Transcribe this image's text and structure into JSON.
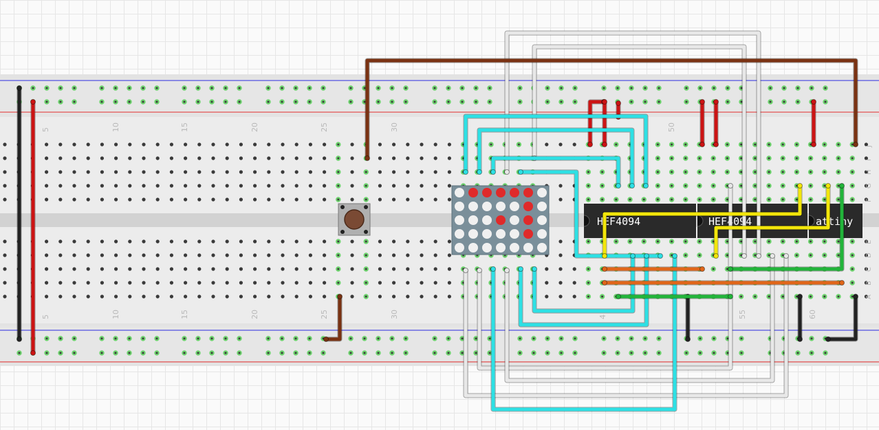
{
  "column_numbers_top": [
    "5",
    "10",
    "15",
    "20",
    "25",
    "30",
    "50"
  ],
  "column_numbers_bottom": [
    "5",
    "10",
    "15",
    "20",
    "25",
    "30",
    "4",
    "55",
    "60"
  ],
  "row_letters_top": [
    "J",
    "I",
    "H",
    "G",
    "F"
  ],
  "row_letters_bottom": [
    "E",
    "D",
    "C",
    "B",
    "A"
  ],
  "chips": [
    {
      "label": "HEF4094"
    },
    {
      "label": "HEF4094"
    },
    {
      "label": "attiny"
    }
  ],
  "led_matrix": {
    "rows": 5,
    "cols": 7
  },
  "colors": {
    "brown_wire": "#7a3212",
    "red_wire": "#cc1414",
    "black_wire": "#222222",
    "cyan_wire": "#2de0e4",
    "white_wire": "#e8e8e8",
    "yellow_wire": "#f2e60a",
    "green_wire": "#22b43a",
    "orange_wire": "#e0661a",
    "chip_body": "#2a2a2a",
    "matrix_body": "#7a8f9a",
    "led_on": "#e02a2a",
    "led_off": "#f0f0f0"
  }
}
